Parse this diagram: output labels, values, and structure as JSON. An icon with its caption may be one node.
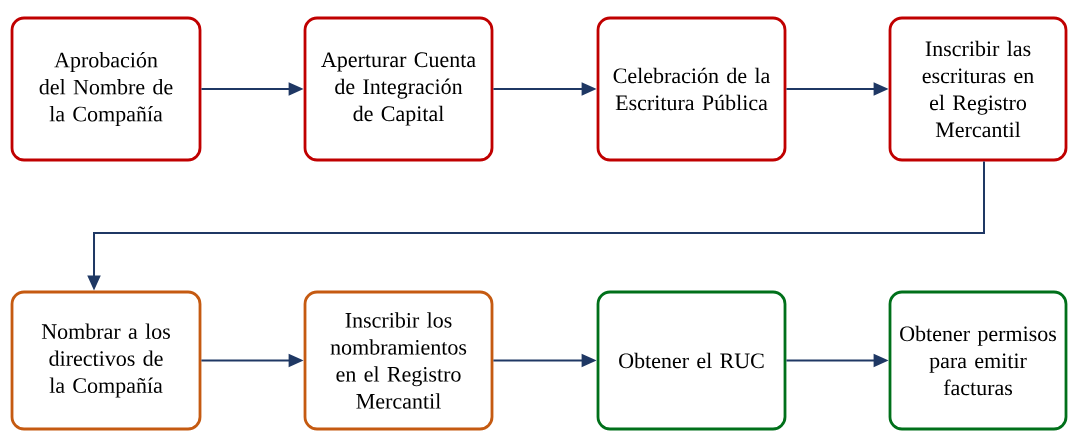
{
  "diagram": {
    "nodes": [
      {
        "text": [
          "Aprobación del Nombre de la Compañía"
        ]
      },
      {
        "text": [
          "Aperturar Cuenta de Integración de Capital"
        ]
      },
      {
        "text": [
          "Celebración de la Escritura Pública"
        ]
      },
      {
        "text": [
          "Inscribir las escrituras en el Registro Mercantil"
        ]
      },
      {
        "text": [
          "Nombrar a los directivos de la Compañía"
        ]
      },
      {
        "text": [
          "Inscribir los nombramientos en el Registro Mercantil"
        ]
      },
      {
        "text": [
          "Obtener el RUC"
        ]
      },
      {
        "text": [
          "Obtener permisos para emitir facturas"
        ]
      }
    ],
    "edges": [
      {
        "from": 0,
        "to": 1,
        "arrow": "to"
      },
      {
        "from": 1,
        "to": 2,
        "arrow": "to"
      },
      {
        "from": 2,
        "to": 3,
        "arrow": "to"
      },
      {
        "from": 3,
        "to": 4,
        "arrow": "to"
      },
      {
        "from": 4,
        "to": 5,
        "arrow": "to"
      },
      {
        "from": 5,
        "to": 6,
        "arrow": "to"
      },
      {
        "from": 6,
        "to": 7,
        "arrow": "to"
      }
    ]
  }
}
